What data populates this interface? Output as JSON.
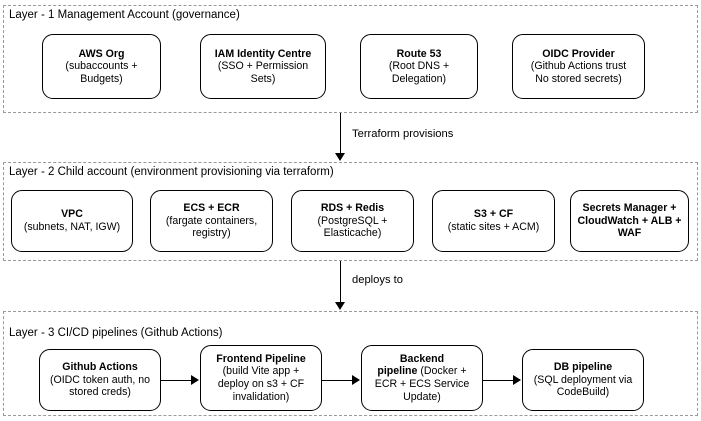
{
  "diagram": {
    "layers": [
      {
        "id": "layer-1",
        "title": "Layer - 1 Management Account (governance)",
        "nodes": [
          {
            "id": "aws-org",
            "heading": "AWS Org",
            "detail": "(subaccounts + Budgets)"
          },
          {
            "id": "iam-identity-centre",
            "heading": "IAM Identity Centre",
            "detail": "(SSO + Permission Sets)"
          },
          {
            "id": "route-53",
            "heading": "Route 53",
            "detail": "(Root DNS + Delegation)"
          },
          {
            "id": "oidc-provider",
            "heading": "OIDC Provider",
            "detail": "(Github Actions trust No stored secrets)"
          }
        ]
      },
      {
        "id": "layer-2",
        "title": "Layer - 2 Child account (environment provisioning via terraform)",
        "nodes": [
          {
            "id": "vpc",
            "heading": "VPC",
            "detail": "(subnets, NAT, IGW)"
          },
          {
            "id": "ecs-ecr",
            "heading": "ECS + ECR",
            "detail": "(fargate containers, registry)"
          },
          {
            "id": "rds-redis",
            "heading": "RDS + Redis",
            "detail": "(PostgreSQL + Elasticache)"
          },
          {
            "id": "s3-cf",
            "heading": "S3 + CF",
            "detail": "(static sites + ACM)"
          },
          {
            "id": "secrets-observability",
            "heading": "Secrets Manager + CloudWatch + ALB + WAF",
            "detail": ""
          }
        ]
      },
      {
        "id": "layer-3",
        "title": "Layer - 3 CI/CD pipelines (Github Actions)",
        "nodes": [
          {
            "id": "github-actions",
            "heading": "Github Actions",
            "detail": "(OIDC token auth, no stored creds)"
          },
          {
            "id": "frontend-pipeline",
            "heading": "Frontend Pipeline",
            "detail": "(build Vite app + deploy on s3 + CF invalidation)"
          },
          {
            "id": "backend-pipeline",
            "heading": "Backend pipeline",
            "detail": "(Docker + ECR + ECS Service Update)"
          },
          {
            "id": "db-pipeline",
            "heading": "DB pipeline",
            "detail": "(SQL deployment via CodeBuild)"
          }
        ]
      }
    ],
    "edges": [
      {
        "id": "layer1-to-layer2",
        "label": "Terraform provisions"
      },
      {
        "id": "layer2-to-layer3",
        "label": "deploys to"
      },
      {
        "id": "github-actions-to-frontend",
        "label": ""
      },
      {
        "id": "frontend-to-backend",
        "label": ""
      },
      {
        "id": "backend-to-db",
        "label": ""
      }
    ],
    "colors": {
      "node_border": "#000000",
      "layer_border": "#9a9a9a",
      "background": "#ffffff",
      "text": "#000000"
    }
  }
}
